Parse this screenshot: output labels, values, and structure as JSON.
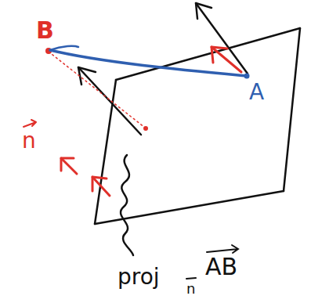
{
  "diagram": {
    "labels": [
      "B",
      "A",
      "n",
      "proj",
      "n",
      "AB"
    ]
  }
}
